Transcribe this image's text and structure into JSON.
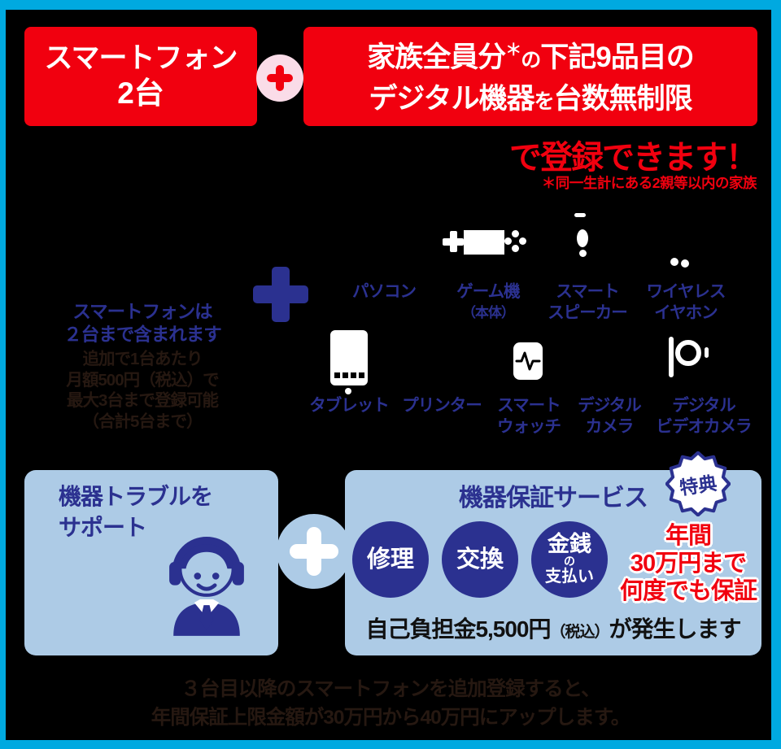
{
  "colors": {
    "frame_cyan": "#00A9E0",
    "red": "#F1000F",
    "pink": "#FADCE8",
    "navy": "#2B3190",
    "light_blue": "#ADCBE6",
    "white": "#FFFFFF",
    "faint_dark": "#261811",
    "background": "#000000"
  },
  "header": {
    "box1_line1": "スマートフォン",
    "box1_line2": "2台",
    "box2_l1_a": "家族全員分",
    "box2_l1_ast": "＊",
    "box2_l1_no": "の",
    "box2_l1_b": "下記9品目の",
    "box2_l2_a": "デジタル機器",
    "box2_l2_wo": "を",
    "box2_l2_b": "台数無制限",
    "plus_icon": "＋",
    "tagline": "で登録できます！",
    "note": "＊同一生計にある2親等以内の家族"
  },
  "middle": {
    "headline_l1": "スマートフォンは",
    "headline_l2": "２台まで含まれます",
    "sub_lines": [
      "追加で1台あたり",
      "月額500円（税込）で",
      "最大3台まで登録可能",
      "（合計5台まで）"
    ],
    "devices_row1": [
      {
        "label1": "パソコン",
        "label2": ""
      },
      {
        "label1": "ゲーム機",
        "label2": "（本体）"
      },
      {
        "label1": "スマート",
        "label2": "スピーカー"
      },
      {
        "label1": "ワイヤレス",
        "label2": "イヤホン"
      }
    ],
    "devices_row2": [
      {
        "label1": "タブレット",
        "label2": ""
      },
      {
        "label1": "プリンター",
        "label2": ""
      },
      {
        "label1": "スマート",
        "label2": "ウォッチ"
      },
      {
        "label1": "デジタル",
        "label2": "カメラ"
      },
      {
        "label1": "デジタル",
        "label2": "ビデオカメラ"
      }
    ]
  },
  "support": {
    "title_l1": "機器トラブルを",
    "title_l2": "サポート"
  },
  "warranty": {
    "title": "機器保証サービス",
    "badge": "特典",
    "circle1": "修理",
    "circle2": "交換",
    "circle3_a": "金銭",
    "circle3_b": "の",
    "circle3_c": "支払い",
    "highlight_l1": "年間",
    "highlight_l2": "30万円まで",
    "highlight_l3": "何度でも保証",
    "deductible_a": "自己負担金5,500円",
    "deductible_b": "（税込）",
    "deductible_c": "が発生します"
  },
  "footer": {
    "line1": "３台目以降のスマートフォンを追加登録すると、",
    "line2": "年間保証上限金額が30万円から40万円にアップします。"
  }
}
